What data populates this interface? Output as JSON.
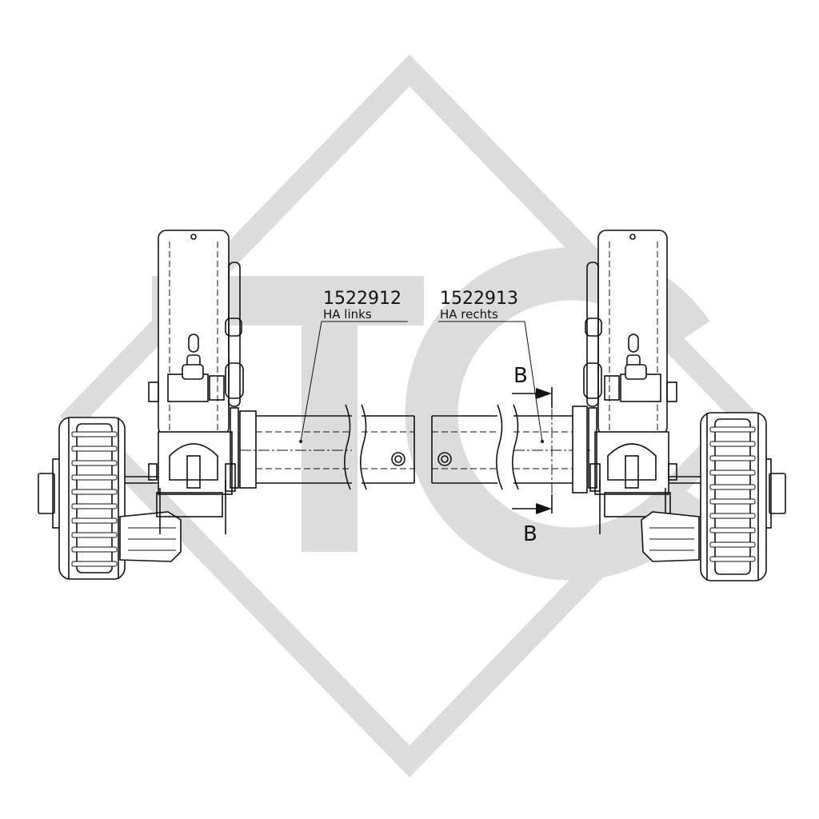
{
  "watermark": {
    "letters": "TC",
    "color": "#d9d9d9"
  },
  "callouts": {
    "left": {
      "part_number": "1522912",
      "description": "HA links"
    },
    "right": {
      "part_number": "1522913",
      "description": "HA rechts"
    }
  },
  "section": {
    "top_label": "B",
    "bottom_label": "B"
  },
  "colors": {
    "line": "#111111",
    "watermark": "#d9d9d9",
    "background": "#ffffff"
  }
}
